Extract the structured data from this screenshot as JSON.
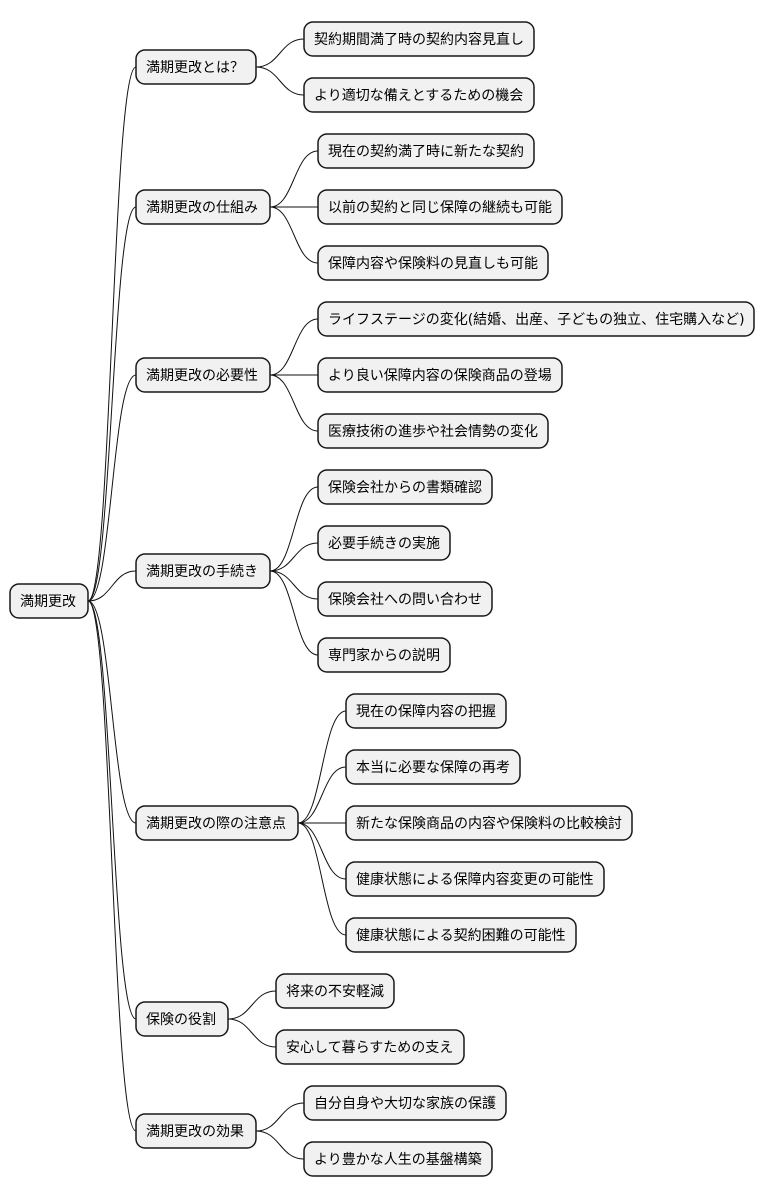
{
  "mindmap": {
    "root": "満期更改",
    "branches": [
      {
        "label": "満期更改とは？",
        "children": [
          "契約期間満了時の契約内容見直し",
          "より適切な備えとするための機会"
        ]
      },
      {
        "label": "満期更改の仕組み",
        "children": [
          "現在の契約満了時に新たな契約",
          "以前の契約と同じ保障の継続も可能",
          "保障内容や保険料の見直しも可能"
        ]
      },
      {
        "label": "満期更改の必要性",
        "children": [
          "ライフステージの変化(結婚、出産、子どもの独立、住宅購入など)",
          "より良い保障内容の保険商品の登場",
          "医療技術の進歩や社会情勢の変化"
        ]
      },
      {
        "label": "満期更改の手続き",
        "children": [
          "保険会社からの書類確認",
          "必要手続きの実施",
          "保険会社への問い合わせ",
          "専門家からの説明"
        ]
      },
      {
        "label": "満期更改の際の注意点",
        "children": [
          "現在の保障内容の把握",
          "本当に必要な保障の再考",
          "新たな保険商品の内容や保険料の比較検討",
          "健康状態による保障内容変更の可能性",
          "健康状態による契約困難の可能性"
        ]
      },
      {
        "label": "保険の役割",
        "children": [
          "将来の不安軽減",
          "安心して暮らすための支え"
        ]
      },
      {
        "label": "満期更改の効果",
        "children": [
          "自分自身や大切な家族の保護",
          "より豊かな人生の基盤構築"
        ]
      }
    ]
  }
}
